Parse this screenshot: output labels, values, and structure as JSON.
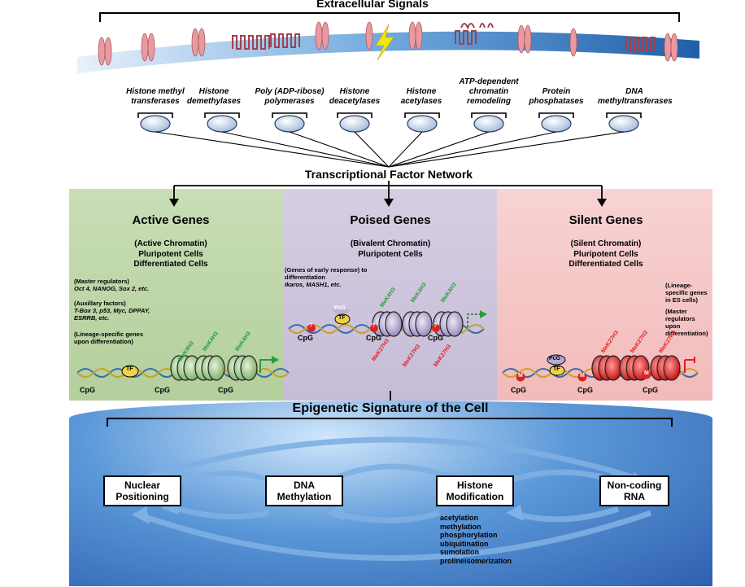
{
  "header": {
    "title": "Extracellular Signals"
  },
  "enzymes": [
    "Histone methyl transferases",
    "Histone demethylases",
    "Poly (ADP-ribose) polymerases",
    "Histone deacetylases",
    "Histone acetylases",
    "ATP-dependent chromatin remodeling",
    "Protein phosphatases",
    "DNA methyltransferases"
  ],
  "network": {
    "title": "Transcriptional Factor Network"
  },
  "panels": {
    "active": {
      "title": "Active Genes",
      "subtitle": "(Active Chromatin)",
      "cells1": "Pluripotent Cells",
      "cells2": "Differentiated Cells",
      "note1_head": "(Master regulators)",
      "note1_body": "Oct 4, NANOG, Sox 2, etc.",
      "note2_head": "(Auxillary factors)",
      "note2_body": "T-Box 3, p53, Myc, DPPAY, ESRRB, etc.",
      "note3": "(Lineage-specific genes upon differentiation)",
      "color": "#b8d3a2"
    },
    "poised": {
      "title": "Poised Genes",
      "subtitle": "(Bivalent Chromatin)",
      "cells1": "Pluripotent Cells",
      "note1_head": "(Genes of early response) to differentiation",
      "note1_body": "Ikaros, MASH1, etc.",
      "color": "#cfc6dc"
    },
    "silent": {
      "title": "Silent Genes",
      "subtitle": "(Silent Chromatin)",
      "cells1": "Pluripotent Cells",
      "cells2": "Differentiated Cells",
      "note1": "(Lineage-specific genes in ES cells)",
      "note2": "(Master regulators upon differentiation)",
      "color": "#f4c6c6"
    }
  },
  "labels": {
    "cpg": "CpG",
    "tf": "TF",
    "pcg": "PcG",
    "m": "M",
    "q": "?",
    "mek4": "MeK4H3",
    "mek27": "MeK27H3"
  },
  "signature": {
    "title": "Epigenetic Signature of the Cell",
    "boxes": [
      "Nuclear Positioning",
      "DNA Methylation",
      "Histone Modification",
      "Non-coding RNA"
    ],
    "modifications": [
      "acetylation",
      "methylation",
      "phosphorylation",
      "ubiquitination",
      "sumolation",
      "prolineisomerization"
    ]
  },
  "colors": {
    "receptor": "#e89aa0",
    "membrane": "#2e7fc4",
    "bottom_bg": "#3a78c8",
    "lightning": "#f5e600",
    "green_nuc": "#8fc77a",
    "red_nuc": "#e02020",
    "purple_nuc": "#b7a9d6"
  }
}
